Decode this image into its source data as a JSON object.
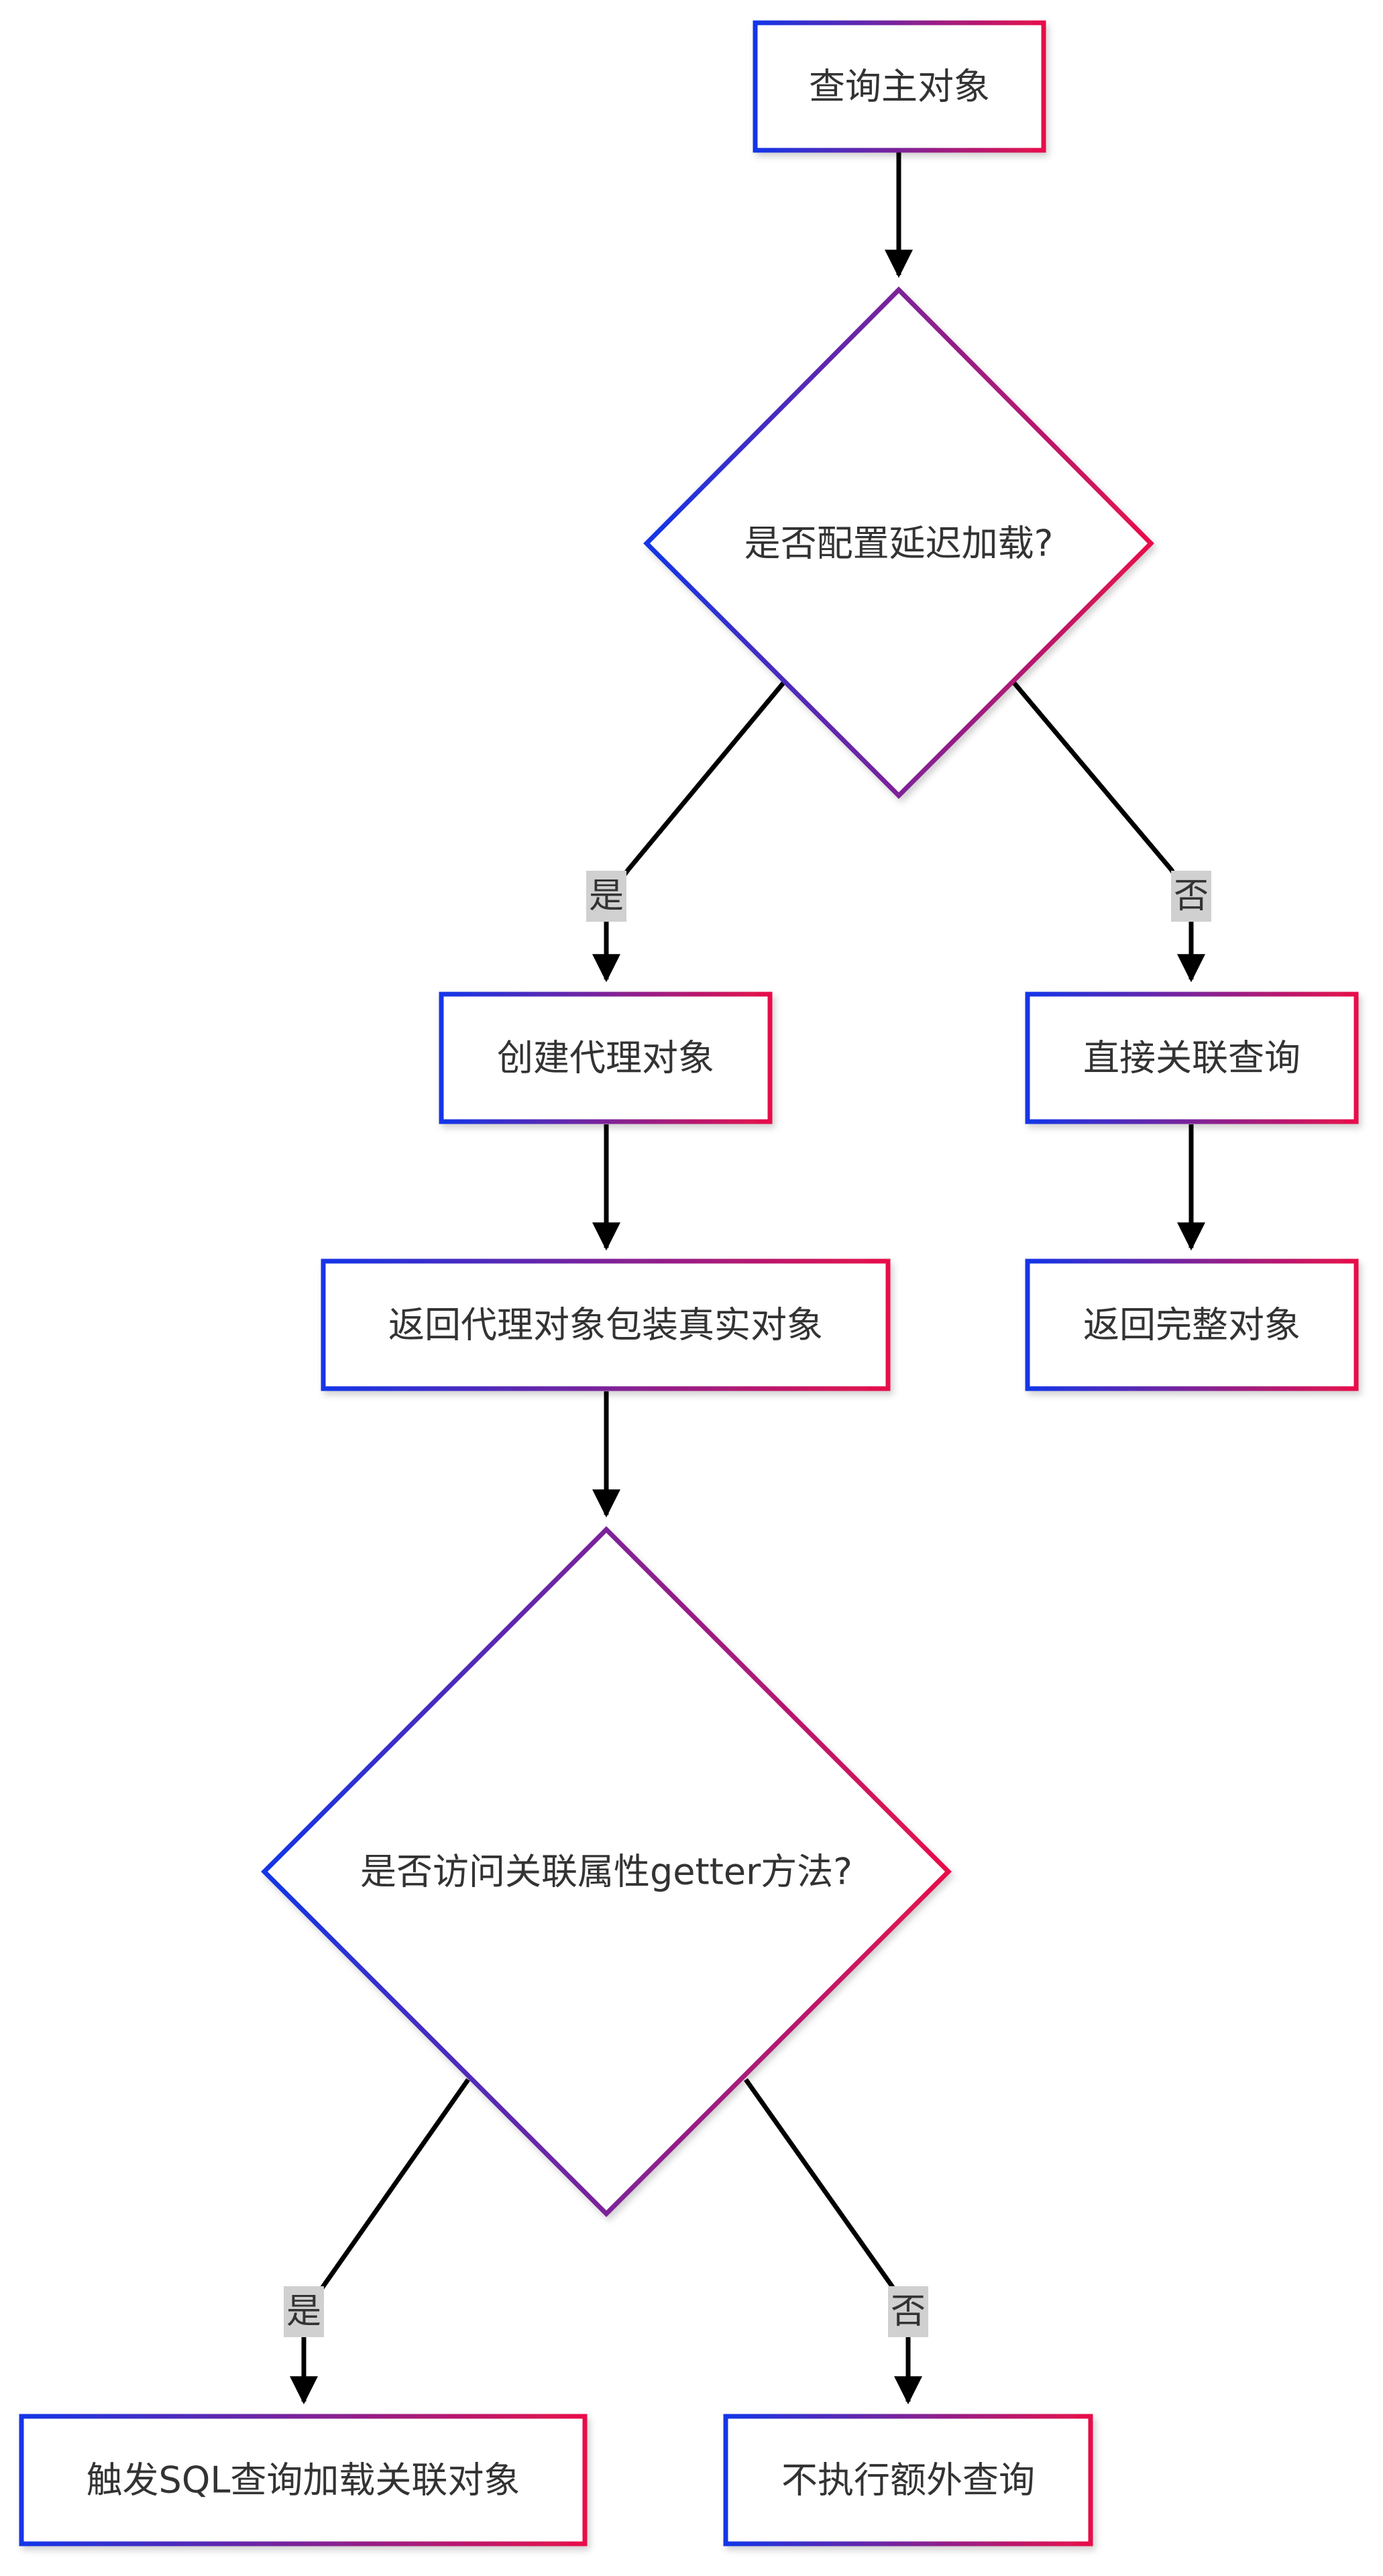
{
  "colors": {
    "gradient_start": "#1235e8",
    "gradient_end": "#e8104a",
    "edge": "#000000",
    "label_bg": "#d0d0d0",
    "text": "#333333"
  },
  "nodes": {
    "query_main": "查询主对象",
    "lazy_decision": "是否配置延迟加载?",
    "create_proxy": "创建代理对象",
    "direct_join": "直接关联查询",
    "return_proxy": "返回代理对象包装真实对象",
    "return_full": "返回完整对象",
    "getter_decision": "是否访问关联属性getter方法?",
    "trigger_sql": "触发SQL查询加载关联对象",
    "no_extra_query": "不执行额外查询"
  },
  "edge_labels": {
    "lazy_yes": "是",
    "lazy_no": "否",
    "getter_yes": "是",
    "getter_no": "否"
  }
}
